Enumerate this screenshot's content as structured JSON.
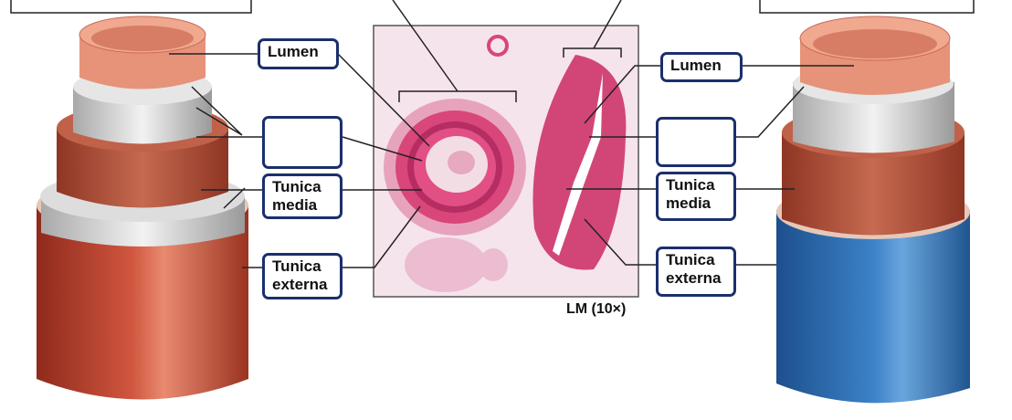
{
  "labels": {
    "left": {
      "lumen": "Lumen",
      "blank": "",
      "tunica_media": "Tunica media",
      "tunica_externa": "Tunica externa"
    },
    "right": {
      "lumen": "Lumen",
      "blank": "",
      "tunica_media": "Tunica media",
      "tunica_externa": "Tunica externa"
    }
  },
  "micrograph_caption": "LM (10×)",
  "colors": {
    "label_border": "#1c2f6b",
    "artery_externa": "#b8412c",
    "vein_externa": "#2e6fb5",
    "media_muscle": "#b9573e",
    "endothelium": "#e89a7e",
    "elastic_layer": "#dcdcdc",
    "stain_pink": "#d9467a"
  }
}
